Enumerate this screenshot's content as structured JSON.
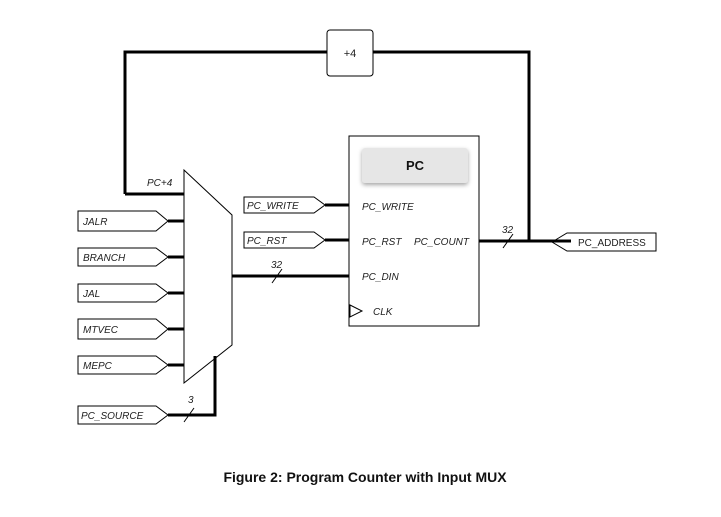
{
  "adder": {
    "label": "+4"
  },
  "mux": {
    "feedback_label": "PC+4",
    "inputs": [
      "JALR",
      "BRANCH",
      "JAL",
      "MTVEC",
      "MEPC"
    ],
    "select_label": "PC_SOURCE",
    "select_width": "3",
    "output_width": "32"
  },
  "pc": {
    "title": "PC",
    "port_write": "PC_WRITE",
    "port_rst": "PC_RST",
    "port_din": "PC_DIN",
    "port_clk": "CLK",
    "port_count": "PC_COUNT",
    "in_write": "PC_WRITE",
    "in_rst": "PC_RST",
    "out_width": "32",
    "out_label": "PC_ADDRESS"
  },
  "caption": "Figure 2: Program Counter with Input MUX"
}
